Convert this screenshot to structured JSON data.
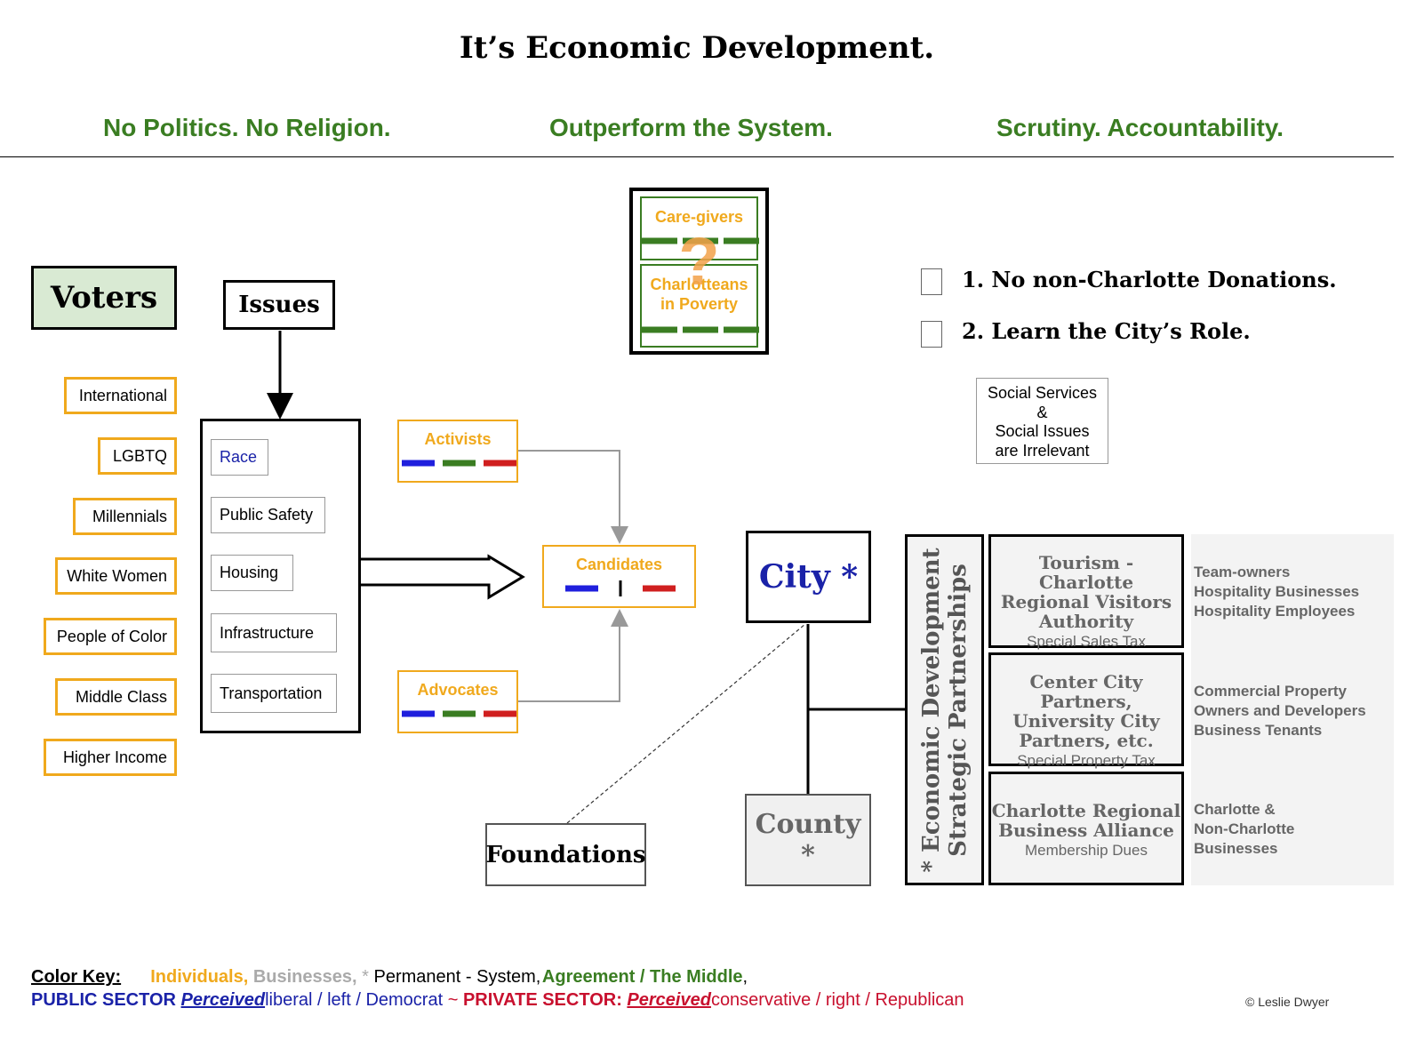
{
  "title": "It’s Economic Development.",
  "mottos": [
    "No Politics. No Religion.",
    "Outperform the System.",
    "Scrutiny. Accountability."
  ],
  "voters": {
    "label": "Voters",
    "groups": [
      "International",
      "LGBTQ",
      "Millennials",
      "White Women",
      "People of Color",
      "Middle Class",
      "Higher Income"
    ]
  },
  "issues": {
    "label": "Issues",
    "items": [
      "Race",
      "Public Safety",
      "Housing",
      "Infrastructure",
      "Transportation"
    ]
  },
  "activists": "Activists",
  "advocates": "Advocates",
  "candidates": "Candidates",
  "poverty_box": {
    "caregivers": "Care-givers",
    "poverty": "Charlotteans\nin Poverty",
    "mark": "?"
  },
  "rules": [
    "1. No non-Charlotte Donations.",
    "2. Learn the City’s Role."
  ],
  "irrelevant_note": "Social Services\n&\nSocial Issues\nare Irrelevant",
  "city": "City *",
  "county": "County *",
  "foundations": "Foundations",
  "edsp_label": "* Economic Development\nStrategic Partnerships",
  "orgs": [
    {
      "name": "Tourism - Charlotte\nRegional Visitors\nAuthority",
      "funding": "Special Sales Tax"
    },
    {
      "name": "Center City Partners,\nUniversity City\nPartners, etc.",
      "funding": "Special Property Tax"
    },
    {
      "name": "Charlotte Regional\nBusiness Alliance",
      "funding": "Membership Dues"
    }
  ],
  "stakeholders": [
    "Team-owners\nHospitality Businesses\nHospitality Employees",
    "Commercial Property\nOwners and Developers\nBusiness Tenants",
    "Charlotte &\nNon-Charlotte\nBusinesses"
  ],
  "legend": {
    "key_label": "Color Key:",
    "individuals": "Individuals,",
    "businesses": "Businesses,",
    "star": "*",
    "permanent": "Permanent - System,",
    "agreement": "Agreement / The Middle",
    "comma": ",",
    "public_sector": "PUBLIC SECTOR",
    "perceived": "Perceived",
    "public_desc": "liberal / left / Democrat",
    "tilde": "~",
    "private_sector": "PRIVATE SECTOR:",
    "private_desc": "conservative / right / Republican"
  },
  "copyright": "© Leslie Dwyer",
  "colors": {
    "individuals": "#f0a91d",
    "businesses": "#999999",
    "agreement": "#3a7d22",
    "public": "#1a22a8",
    "private": "#c8102e",
    "bar_blue": "#1f1fdd",
    "bar_green": "#3a7d22",
    "bar_red": "#d01f1f"
  }
}
